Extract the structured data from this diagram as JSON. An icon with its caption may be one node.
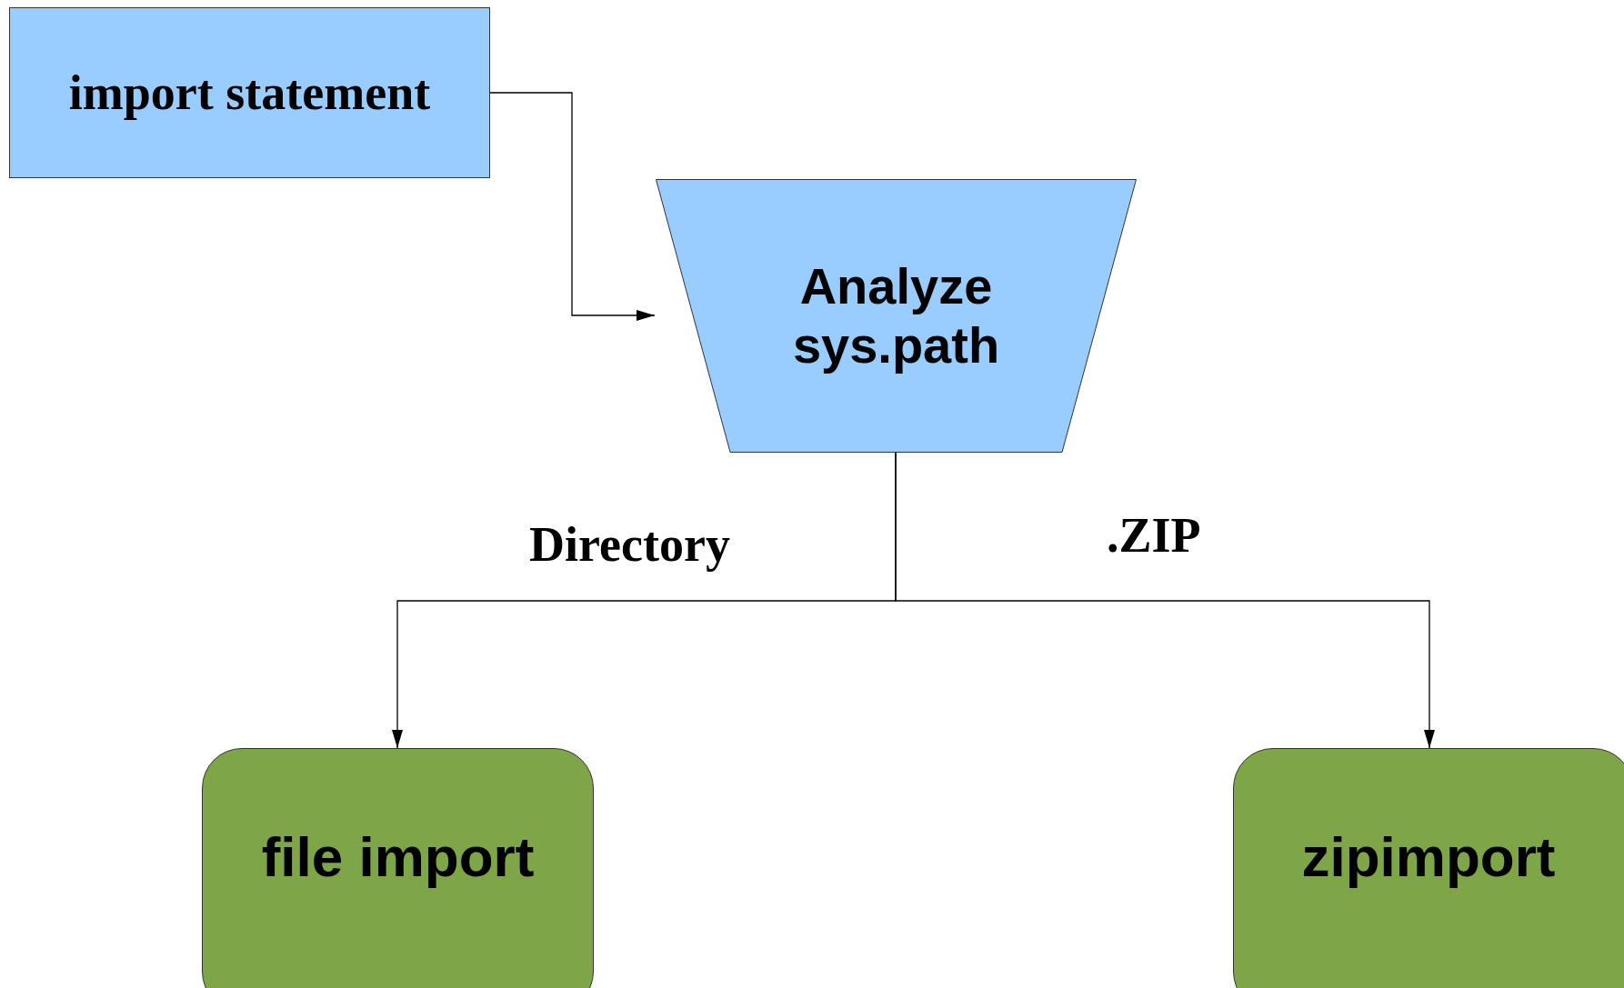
{
  "diagram": {
    "nodes": [
      {
        "text": [
          "import statement"
        ]
      },
      {
        "text": [
          "Analyze sys.path"
        ]
      },
      {
        "text": [
          "file import"
        ]
      },
      {
        "text": [
          "zipimport"
        ]
      }
    ],
    "edges": [
      {
        "from": 0,
        "to": 1,
        "arrow": "to"
      },
      {
        "from": 1,
        "to": 2,
        "arrow": "to",
        "label": "Directory"
      },
      {
        "from": 1,
        "to": 3,
        "arrow": "to",
        "label": ".ZIP"
      }
    ]
  }
}
